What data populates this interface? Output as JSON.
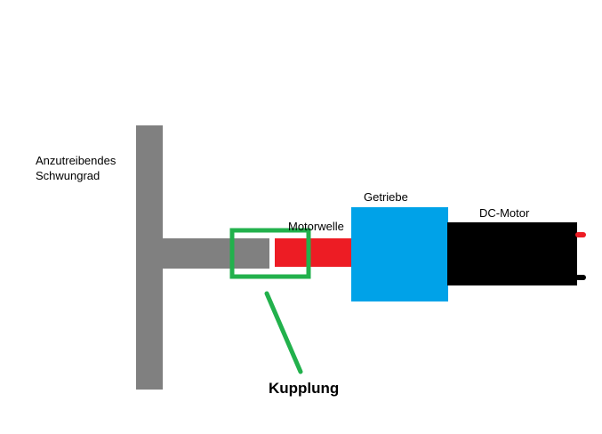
{
  "diagram": {
    "labels": {
      "flywheel_line1": "Anzutreibendes",
      "flywheel_line2": "Schwungrad",
      "gearbox": "Getriebe",
      "motor_shaft": "Motorwelle",
      "dc_motor": "DC-Motor",
      "coupling": "Kupplung"
    },
    "colors": {
      "flywheel": "#808080",
      "flywheel_shaft": "#808080",
      "motor_shaft": "#ed1c24",
      "gearbox": "#00a2e8",
      "dc_motor": "#000000",
      "coupling_highlight": "#22b14c",
      "terminal_positive": "#ed1c24",
      "terminal_negative": "#000000"
    }
  }
}
